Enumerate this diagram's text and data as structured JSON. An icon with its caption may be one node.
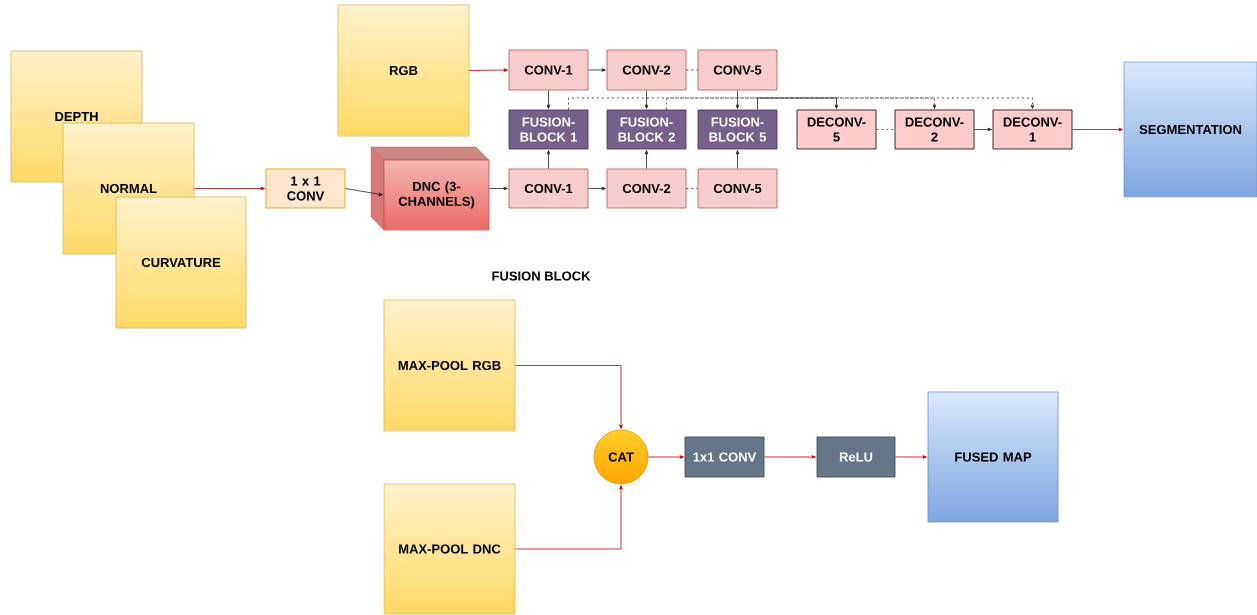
{
  "diagram": {
    "nodes": [
      {
        "text": [
          "DEPTH"
        ]
      },
      {
        "text": [
          "NORMAL"
        ]
      },
      {
        "text": [
          "CURVATURE"
        ]
      },
      {
        "text": [
          "RGB"
        ]
      },
      {
        "text": [
          "1 x 1 CONV"
        ]
      },
      {
        "text": [
          "DNC (3-CHANNELS)"
        ]
      },
      {
        "text": [
          "CONV-1"
        ]
      },
      {
        "text": [
          "CONV-2"
        ]
      },
      {
        "text": [
          "CONV-5"
        ]
      },
      {
        "text": [
          "FUSION-BLOCK 1"
        ]
      },
      {
        "text": [
          "FUSION-BLOCK 2"
        ]
      },
      {
        "text": [
          "FUSION-BLOCK 5"
        ]
      },
      {
        "text": [
          "DECONV-5"
        ]
      },
      {
        "text": [
          "DECONV-2"
        ]
      },
      {
        "text": [
          "DECONV-1"
        ]
      },
      {
        "text": [
          "SEGMENTATION"
        ]
      },
      {
        "text": [
          "CONV-1"
        ]
      },
      {
        "text": [
          "CONV-2"
        ]
      },
      {
        "text": [
          "CONV-5"
        ]
      },
      {
        "text": [
          "MAX-POOL RGB"
        ]
      },
      {
        "text": [
          "MAX-POOL DNC"
        ]
      },
      {
        "text": [
          "CAT"
        ]
      },
      {
        "text": [
          "1x1 CONV"
        ]
      },
      {
        "text": [
          "ReLU"
        ]
      },
      {
        "text": [
          "FUSED MAP"
        ]
      }
    ],
    "edges": [
      {
        "from": 1,
        "to": 4,
        "arrow": "to",
        "color": "#b20000"
      },
      {
        "from": 4,
        "to": 5,
        "arrow": "to"
      },
      {
        "from": 3,
        "to": 6,
        "arrow": "to",
        "color": "#b20000"
      },
      {
        "from": 6,
        "to": 7,
        "arrow": "to"
      },
      {
        "from": 7,
        "to": 8,
        "arrow": "none",
        "style": "dashed"
      },
      {
        "from": 6,
        "to": 9,
        "arrow": "to"
      },
      {
        "from": 7,
        "to": 10,
        "arrow": "to"
      },
      {
        "from": 8,
        "to": 11,
        "arrow": "to"
      },
      {
        "from": 5,
        "to": 16,
        "arrow": "to"
      },
      {
        "from": 16,
        "to": 17,
        "arrow": "to"
      },
      {
        "from": 17,
        "to": 18,
        "arrow": "none",
        "style": "dashed"
      },
      {
        "from": 16,
        "to": 9,
        "arrow": "to"
      },
      {
        "from": 17,
        "to": 10,
        "arrow": "to"
      },
      {
        "from": 18,
        "to": 11,
        "arrow": "to"
      },
      {
        "from": 11,
        "to": 12,
        "arrow": "to"
      },
      {
        "from": 12,
        "to": 13,
        "arrow": "none",
        "style": "dashed"
      },
      {
        "from": 13,
        "to": 14,
        "arrow": "to"
      },
      {
        "from": 9,
        "to": 14,
        "arrow": "to",
        "style": "dashed"
      },
      {
        "from": 10,
        "to": 13,
        "arrow": "to",
        "style": "dashed"
      },
      {
        "from": 14,
        "to": 15,
        "arrow": "to",
        "color": "#b20000"
      },
      {
        "from": 19,
        "to": 21,
        "arrow": "to",
        "color": "#b20000"
      },
      {
        "from": 20,
        "to": 21,
        "arrow": "to",
        "color": "#b20000"
      },
      {
        "from": 21,
        "to": 22,
        "arrow": "to",
        "color": "#b20000"
      },
      {
        "from": 22,
        "to": 23,
        "arrow": "to",
        "color": "#b20000"
      },
      {
        "from": 23,
        "to": 24,
        "arrow": "to",
        "color": "#b20000"
      }
    ],
    "labels": [
      "FUSION BLOCK"
    ]
  }
}
